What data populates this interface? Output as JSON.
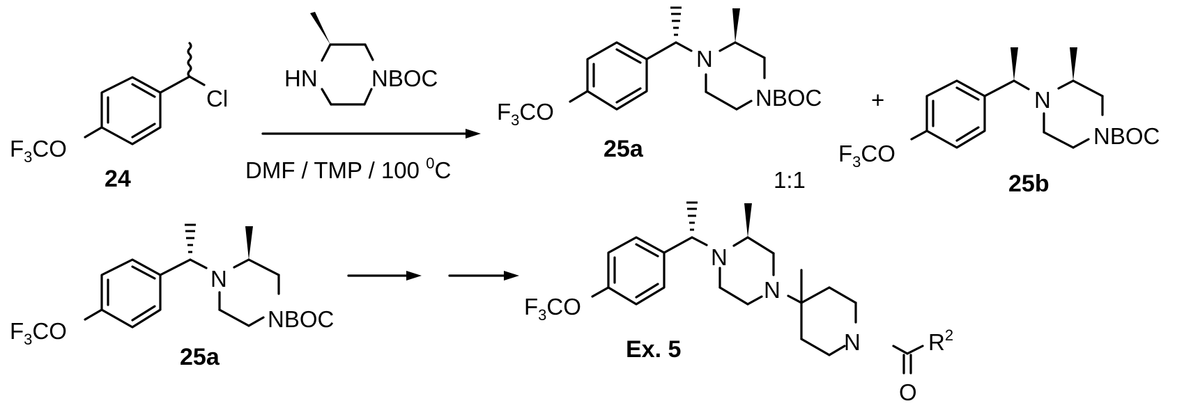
{
  "scheme": {
    "row1": {
      "starting_material": {
        "label": "24",
        "substituent": "F3CO",
        "substituent_parts": {
          "f": "F",
          "sub": "3",
          "rest": "CO"
        },
        "leaving_group": "Cl",
        "stereo": "racemic (wavy bond)"
      },
      "reagent": {
        "left_atom": "HN",
        "right_atom": "NBOC",
        "stereo": "wedge methyl"
      },
      "arrow": {
        "conditions": "DMF / TMP / 100 °C",
        "conditions_parts": {
          "pre": "DMF / TMP / 100 ",
          "sup": "0",
          "post": "C"
        }
      },
      "product_a": {
        "label": "25a",
        "substituent_parts": {
          "f": "F",
          "sub": "3",
          "rest": "CO"
        },
        "n_atom": "N",
        "boc": "NBOC"
      },
      "plus": "+",
      "product_b": {
        "label": "25b",
        "substituent_parts": {
          "f": "F",
          "sub": "3",
          "rest": "CO"
        },
        "n_atom": "N",
        "boc": "NBOC"
      },
      "ratio": "1:1"
    },
    "row2": {
      "starting_material": {
        "label": "25a",
        "substituent_parts": {
          "f": "F",
          "sub": "3",
          "rest": "CO"
        },
        "n_atom": "N",
        "boc": "NBOC"
      },
      "arrows": 2,
      "product": {
        "label": "Ex. 5",
        "substituent_parts": {
          "f": "F",
          "sub": "3",
          "rest": "CO"
        },
        "n1": "N",
        "n2": "N",
        "n3": "N",
        "r_group": "R",
        "r_group_sup": "2",
        "carbonyl_o": "O"
      }
    }
  }
}
